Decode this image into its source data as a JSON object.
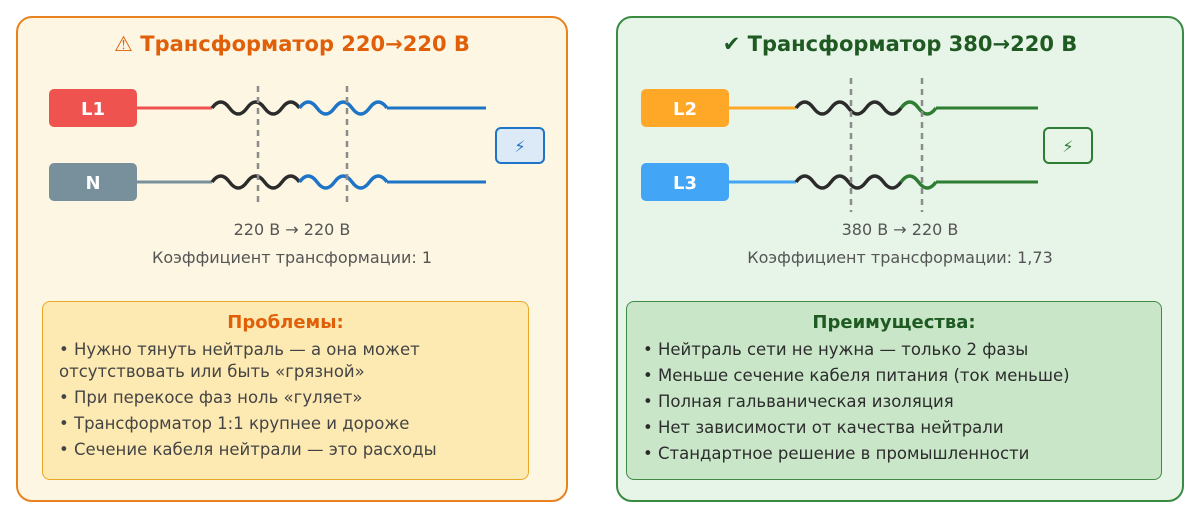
{
  "left_panel": {
    "title": "⚠ Трансформатор 220→220 В",
    "input_labels": [
      "L1",
      "N"
    ],
    "load_icon": "⚡",
    "voltage": "220 В → 220 В",
    "ratio": "Коэффициент трансформации: 1",
    "box": {
      "title": "Проблемы:",
      "items": [
        "Нужно тянуть нейтраль — а она может отсутствовать или быть «грязной»",
        "При перекосе фаз ноль «гуляет»",
        "Трансформатор 1:1 крупнее и дороже",
        "Сечение кабеля нейтрали — это расходы"
      ]
    },
    "colors": {
      "border": "#e8821e",
      "background": "#fdf6e2",
      "label_1": "#ef5350",
      "label_2": "#78909c",
      "secondary": "#1e74c6"
    }
  },
  "right_panel": {
    "title": "✔ Трансформатор 380→220 В",
    "input_labels": [
      "L2",
      "L3"
    ],
    "load_icon": "⚡",
    "voltage": "380 В → 220 В",
    "ratio": "Коэффициент трансформации: 1,73",
    "box": {
      "title": "Преимущества:",
      "items": [
        "Нейтраль сети не нужна — только 2 фазы",
        "Меньше сечение кабеля питания (ток меньше)",
        "Полная гальваническая изоляция",
        "Нет зависимости от качества нейтрали",
        "Стандартное решение в промышленности"
      ]
    },
    "colors": {
      "border": "#3a8a41",
      "background": "#e7f4e8",
      "label_1": "#ffa726",
      "label_2": "#42a5f5",
      "secondary": "#2e7d32"
    }
  }
}
